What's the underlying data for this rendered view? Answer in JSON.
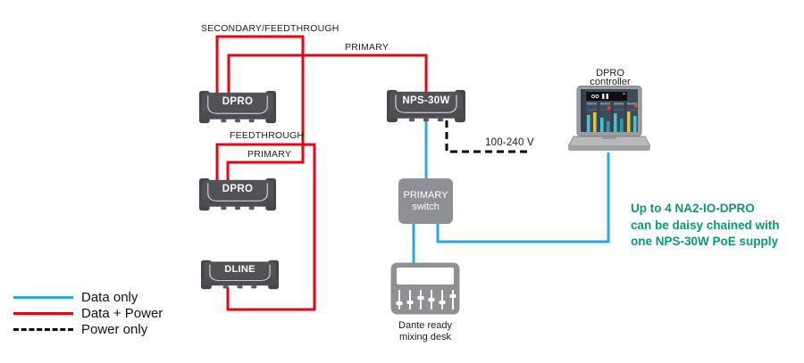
{
  "wires": {
    "secondary_feedthrough": "SECONDARY/FEEDTHROUGH",
    "primary_top": "PRIMARY",
    "feedthrough": "FEEDTHROUGH",
    "primary_mid": "PRIMARY",
    "mains": "100-240 V"
  },
  "devices": {
    "dpro1": {
      "label": "DPRO"
    },
    "dpro2": {
      "label": "DPRO"
    },
    "dline": {
      "label": "DLINE"
    },
    "nps30w": {
      "label": "NPS-30W"
    },
    "primary_switch": {
      "line1": "PRIMARY",
      "line2": "switch"
    },
    "dpro_controller": {
      "line1": "DPRO",
      "line2": "controller"
    },
    "mixing_desk": {
      "line1": "Dante ready",
      "line2": "mixing desk"
    }
  },
  "legend": {
    "items": [
      {
        "label": "Data only",
        "color": "#29a8e0",
        "style": "solid"
      },
      {
        "label": "Data + Power",
        "color": "#e30613",
        "style": "solid"
      },
      {
        "label": "Power only",
        "color": "#000000",
        "style": "dashed"
      }
    ]
  },
  "annotation": {
    "lines": [
      "Up to 4 NA2-IO-DPRO",
      "can be daisy chained with",
      "one NPS-30W PoE supply"
    ],
    "color": "#0d9678"
  }
}
